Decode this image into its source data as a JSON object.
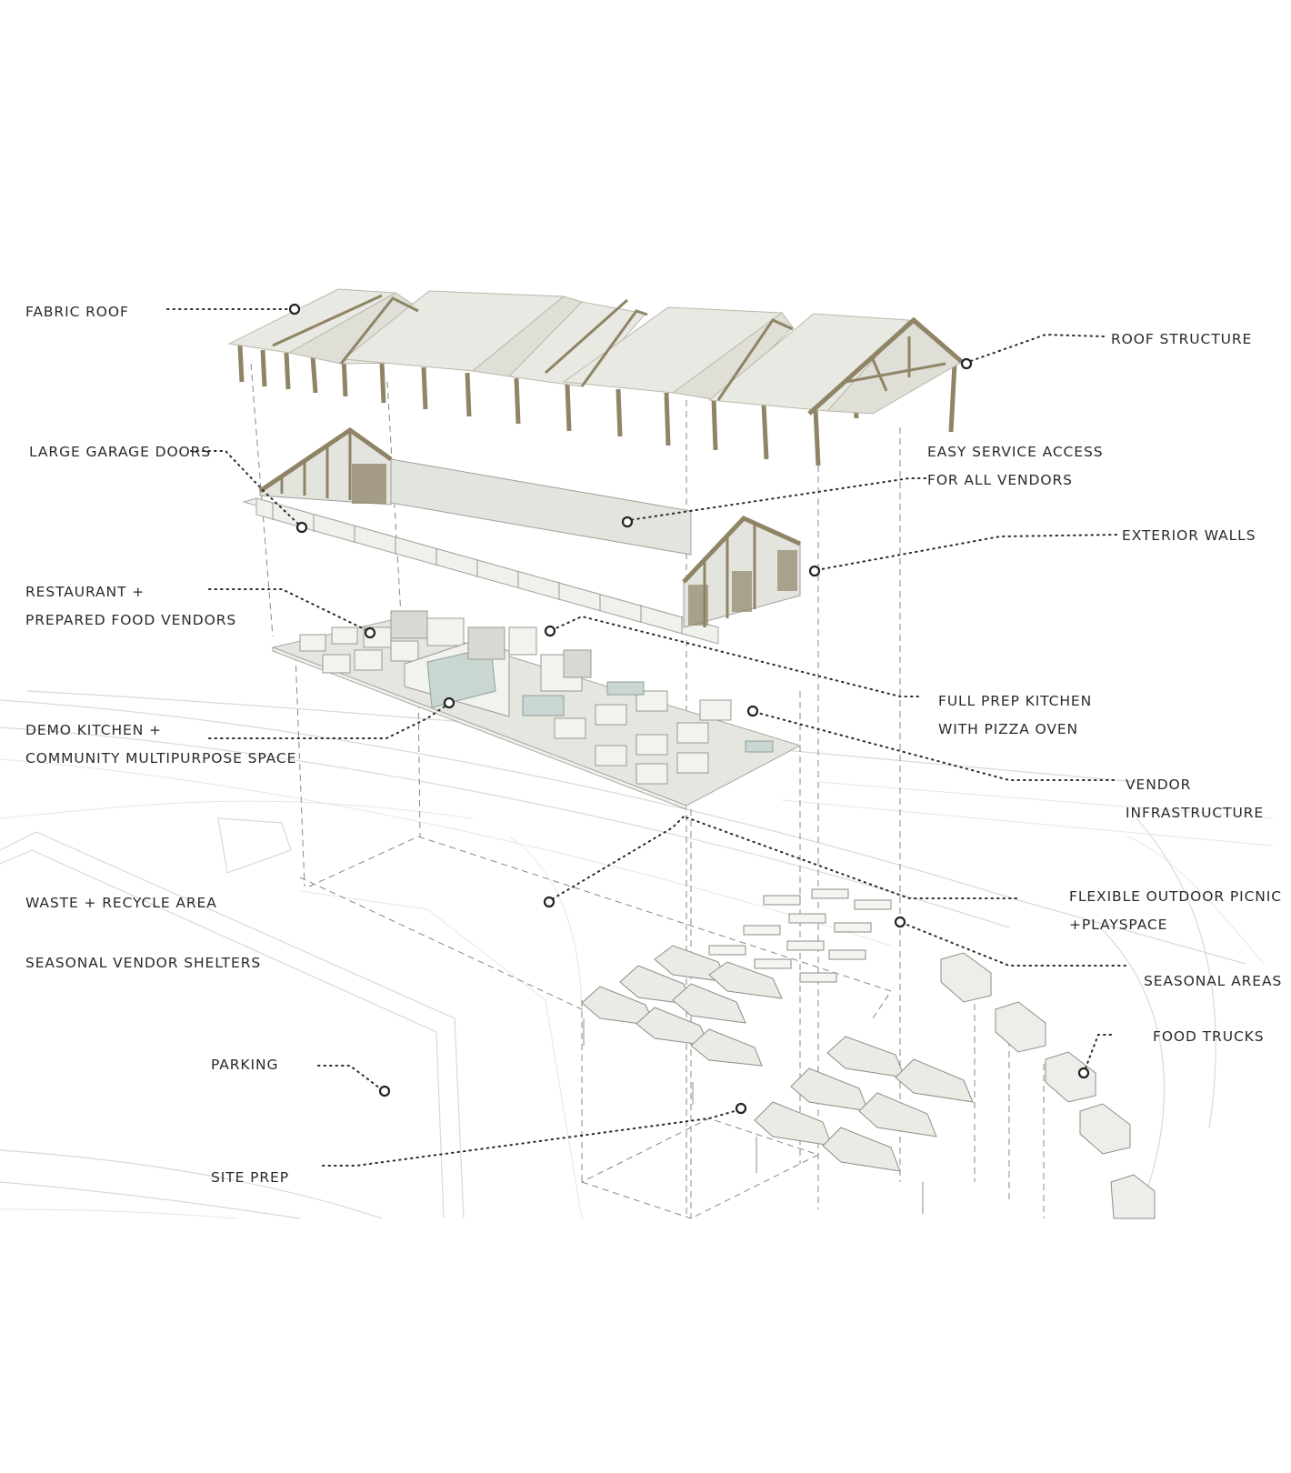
{
  "labels": {
    "fabric_roof": "FABRIC ROOF",
    "roof_structure": "ROOF STRUCTURE",
    "large_garage_doors": "LARGE GARAGE DOORS",
    "easy_service_access_1": "EASY SERVICE ACCESS",
    "easy_service_access_2": "FOR ALL VENDORS",
    "exterior_walls": "EXTERIOR WALLS",
    "restaurant_1": "RESTAURANT +",
    "restaurant_2": "PREPARED FOOD VENDORS",
    "full_prep_1": "FULL PREP KITCHEN",
    "full_prep_2": "WITH PIZZA OVEN",
    "demo_kitchen_1": "DEMO KITCHEN +",
    "demo_kitchen_2": "COMMUNITY MULTIPURPOSE SPACE",
    "vendor_infra_1": "VENDOR",
    "vendor_infra_2": "INFRASTRUCTURE",
    "waste_recycle": "WASTE + RECYCLE AREA",
    "flexible_outdoor_1": "FLEXIBLE OUTDOOR PICNIC",
    "flexible_outdoor_2": "+PLAYSPACE",
    "seasonal_vendor_shelters": "SEASONAL VENDOR SHELTERS",
    "seasonal_areas": "SEASONAL AREAS",
    "food_trucks": "FOOD TRUCKS",
    "parking": "PARKING",
    "site_prep": "SITE PREP"
  },
  "colors": {
    "timber": "#8f8466",
    "fabric": "#e9e9e3",
    "glass": "#c9d6d2",
    "ink": "#2a2a2a"
  }
}
